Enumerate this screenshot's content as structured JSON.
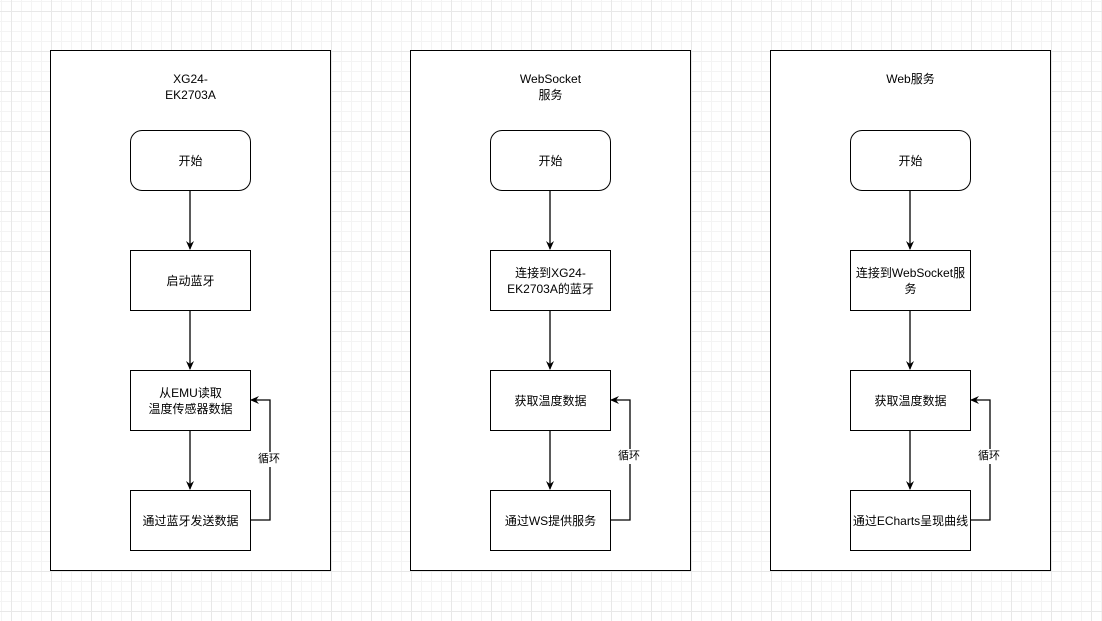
{
  "lanes": [
    {
      "title": "XG24-\nEK2703A",
      "nodes": [
        "开始",
        "启动蓝牙",
        "从EMU读取\n温度传感器数据",
        "通过蓝牙发送数据"
      ],
      "loop_label": "循环"
    },
    {
      "title": "WebSocket\n服务",
      "nodes": [
        "开始",
        "连接到XG24-\nEK2703A的蓝牙",
        "获取温度数据",
        "通过WS提供服务"
      ],
      "loop_label": "循环"
    },
    {
      "title": "Web服务",
      "nodes": [
        "开始",
        "连接到WebSocket服\n务",
        "获取温度数据",
        "通过ECharts呈现曲线"
      ],
      "loop_label": "循环"
    }
  ]
}
